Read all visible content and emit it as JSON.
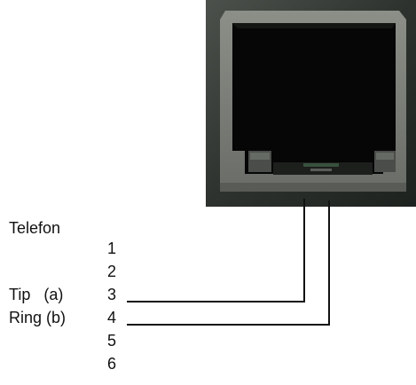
{
  "title": "Telefon",
  "pins": [
    {
      "number": "1",
      "label": ""
    },
    {
      "number": "2",
      "label": ""
    },
    {
      "number": "3",
      "label": "Tip   (a)"
    },
    {
      "number": "4",
      "label": "Ring (b)"
    },
    {
      "number": "5",
      "label": ""
    },
    {
      "number": "6",
      "label": ""
    }
  ],
  "colors": {
    "wire": "#111111",
    "jack_body": "#2b2f2b",
    "jack_opening": "#050505",
    "jack_frame": "#6f726c"
  },
  "icon": "rj11-jack-photo"
}
